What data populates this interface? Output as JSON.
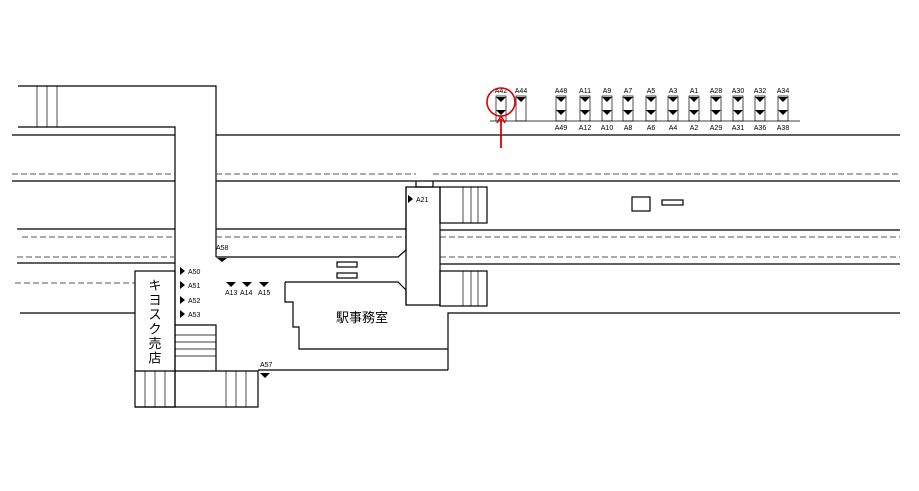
{
  "diagram": {
    "title": "Station floor map",
    "kiosk_label": [
      "キ",
      "ヨ",
      "ス",
      "ク",
      "売",
      "店"
    ],
    "office_label": "駅事務室",
    "highlight_color": "#e00000",
    "highlighted_exit": "A42",
    "top_row_upper": [
      "A42",
      "A44",
      "A48",
      "A11",
      "A9",
      "A7",
      "A5",
      "A3",
      "A1",
      "A28",
      "A30",
      "A32",
      "A34"
    ],
    "top_row_lower": [
      "",
      "",
      "A49",
      "A12",
      "A10",
      "A8",
      "A6",
      "A4",
      "A2",
      "A29",
      "A31",
      "A36",
      "A38"
    ],
    "concourse_labels": {
      "a21": "A21",
      "a58": "A58",
      "a50": "A50",
      "a51": "A51",
      "a52": "A52",
      "a53": "A53",
      "a13": "A13",
      "a14": "A14",
      "a15": "A15",
      "a57": "A57"
    }
  }
}
